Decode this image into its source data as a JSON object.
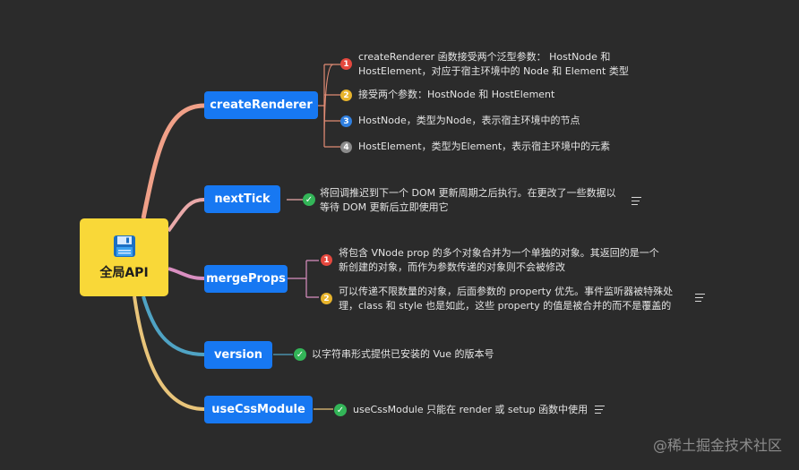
{
  "root": {
    "label": "全局API",
    "icon": "floppy-disk-icon",
    "color": "#f9d838"
  },
  "branches": [
    {
      "id": "createRenderer",
      "label": "createRenderer",
      "items": [
        {
          "badge": "1",
          "color": "#e5483e",
          "lines": [
            "createRenderer 函数接受两个泛型参数： HostNode 和",
            "HostElement，对应于宿主环境中的 Node 和 Element 类型"
          ]
        },
        {
          "badge": "2",
          "color": "#e8b42c",
          "lines": [
            "接受两个参数：HostNode 和 HostElement"
          ]
        },
        {
          "badge": "3",
          "color": "#2f7fe0",
          "lines": [
            "HostNode，类型为Node，表示宿主环境中的节点"
          ]
        },
        {
          "badge": "4",
          "color": "#8c8c8c",
          "lines": [
            "HostElement，类型为Element，表示宿主环境中的元素"
          ]
        }
      ]
    },
    {
      "id": "nextTick",
      "label": "nextTick",
      "items": [
        {
          "lines": [
            "将回调推迟到下一个 DOM 更新周期之后执行。在更改了一些数据以",
            "等待 DOM 更新后立即使用它"
          ]
        }
      ]
    },
    {
      "id": "mergeProps",
      "label": "mergeProps",
      "items": [
        {
          "badge": "1",
          "color": "#e5483e",
          "lines": [
            "将包含 VNode prop 的多个对象合并为一个单独的对象。其返回的是一个",
            "新创建的对象，而作为参数传递的对象则不会被修改"
          ]
        },
        {
          "badge": "2",
          "color": "#e8b42c",
          "lines": [
            "可以传递不限数量的对象，后面参数的 property 优先。事件监听器被特殊处",
            "理，class 和 style 也是如此，这些 property 的值是被合并的而不是覆盖的"
          ]
        }
      ]
    },
    {
      "id": "version",
      "label": "version",
      "items": [
        {
          "lines": [
            "以字符串形式提供已安装的 Vue 的版本号"
          ]
        }
      ]
    },
    {
      "id": "useCssModule",
      "label": "useCssModule",
      "items": [
        {
          "lines": [
            "useCssModule 只能在 render 或 setup 函数中使用"
          ]
        }
      ]
    }
  ],
  "watermark": "@稀土掘金技术社区",
  "colors": {
    "node": "#1778f2",
    "check": "#33b558",
    "background": "#2b2b2b"
  },
  "icons": {
    "check": "check-icon",
    "note": "note-lines-icon"
  }
}
